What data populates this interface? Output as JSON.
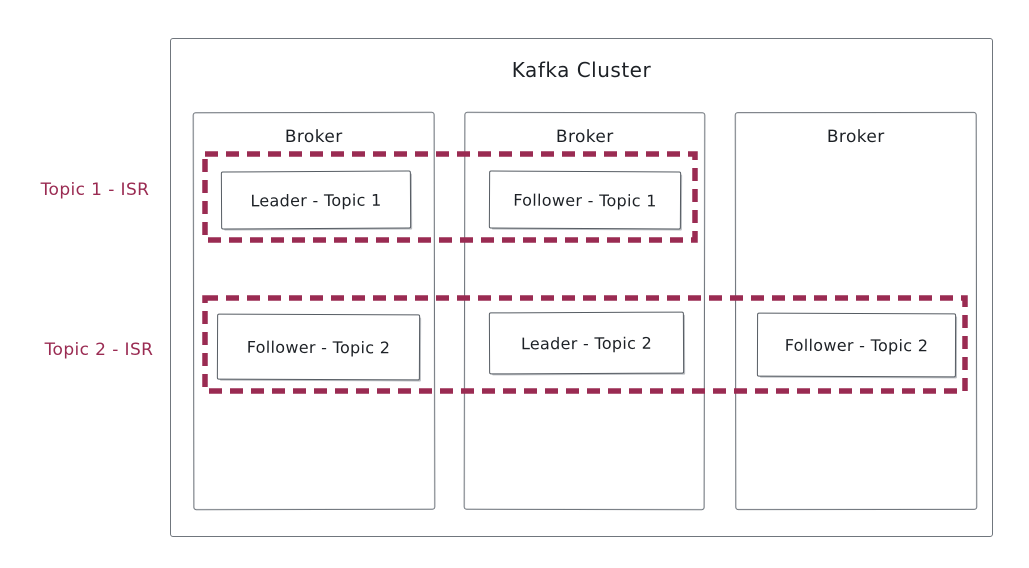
{
  "diagram": {
    "title": "Kafka Cluster",
    "brokers": [
      {
        "label": "Broker"
      },
      {
        "label": "Broker"
      },
      {
        "label": "Broker"
      }
    ],
    "partitions": [
      {
        "id": "leader-topic-1",
        "label": "Leader - Topic 1"
      },
      {
        "id": "follower-topic-1",
        "label": "Follower - Topic 1"
      },
      {
        "id": "follower-topic-2-a",
        "label": "Follower - Topic 2"
      },
      {
        "id": "leader-topic-2",
        "label": "Leader - Topic 2"
      },
      {
        "id": "follower-topic-2-b",
        "label": "Follower - Topic 2"
      }
    ],
    "isr_groups": [
      {
        "label": "Topic 1 - ISR"
      },
      {
        "label": "Topic 2 - ISR"
      }
    ],
    "colors": {
      "isr_accent": "#9a2b52",
      "sketch_stroke": "#70767d",
      "text": "#1d2126",
      "background": "#ffffff"
    }
  }
}
